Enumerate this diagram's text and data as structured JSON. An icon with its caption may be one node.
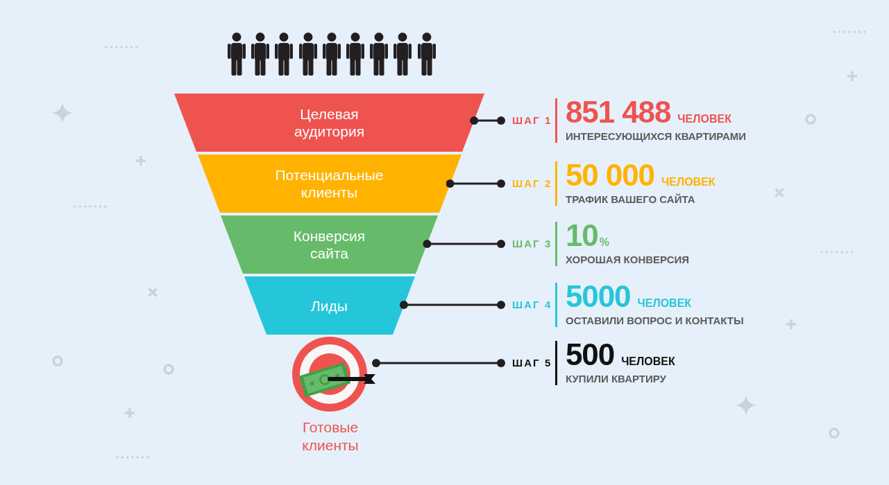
{
  "diagram": {
    "nodes": [
      {
        "text": [
          "Целевая аудитория"
        ]
      },
      {
        "text": [
          "Потенциальные клиенты"
        ]
      },
      {
        "text": [
          "Конверсия сайта"
        ]
      },
      {
        "text": [
          "Лиды"
        ]
      },
      {
        "text": [
          "Готовые клиенты"
        ]
      },
      {
        "text": [
          "ШАГ 1",
          "851 488",
          "ЧЕЛОВЕК",
          "ИНТЕРЕСУЮЩИХСЯ КВАРТИРАМИ"
        ]
      },
      {
        "text": [
          "ШАГ 2",
          "50 000",
          "ЧЕЛОВЕК",
          "ТРАФИК ВАШЕГО САЙТА"
        ]
      },
      {
        "text": [
          "ШАГ 3",
          "10",
          "%",
          "ХОРОШАЯ КОНВЕРСИЯ"
        ]
      },
      {
        "text": [
          "ШАГ 4",
          "5000",
          "ЧЕЛОВЕК",
          "ОСТАВИЛИ ВОПРОС И КОНТАКТЫ"
        ]
      },
      {
        "text": [
          "ШАГ 5",
          "500",
          "ЧЕЛОВЕК",
          "КУПИЛИ КВАРТИРУ"
        ]
      }
    ],
    "edges": [
      {
        "from": 0,
        "to": 5,
        "arrow": "other"
      },
      {
        "from": 1,
        "to": 6,
        "arrow": "other"
      },
      {
        "from": 2,
        "to": 7,
        "arrow": "other"
      },
      {
        "from": 3,
        "to": 8,
        "arrow": "other"
      },
      {
        "from": 4,
        "to": 9,
        "arrow": "other"
      }
    ]
  }
}
